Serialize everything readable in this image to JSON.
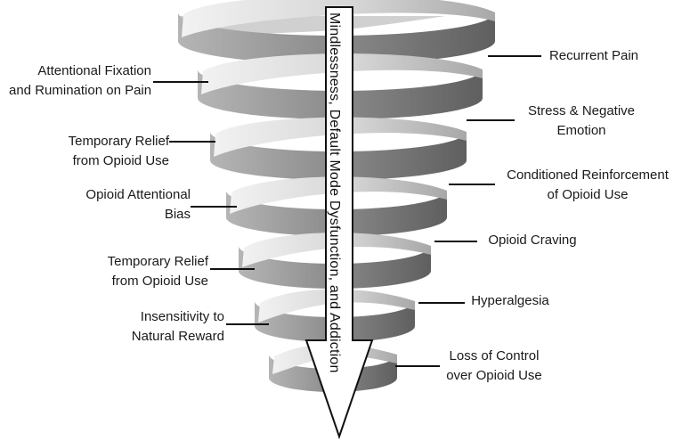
{
  "arrow_caption": "Mindlessness, Default Mode Dysfunction, and Addiction",
  "left_labels": [
    {
      "line1": "Attentional Fixation",
      "line2": "and Rumination on Pain"
    },
    {
      "line1": "Temporary Relief",
      "line2": "from Opioid Use"
    },
    {
      "line1": "Opioid Attentional",
      "line2": "Bias"
    },
    {
      "line1": "Temporary Relief",
      "line2": "from Opioid Use"
    },
    {
      "line1": "Insensitivity to",
      "line2": "Natural Reward"
    }
  ],
  "right_labels": [
    {
      "line1": "Recurrent Pain",
      "line2": ""
    },
    {
      "line1": "Stress & Negative",
      "line2": "Emotion"
    },
    {
      "line1": "Conditioned Reinforcement",
      "line2": "of Opioid Use"
    },
    {
      "line1": "Opioid Craving",
      "line2": ""
    },
    {
      "line1": "Hyperalgesia",
      "line2": ""
    },
    {
      "line1": "Loss of Control",
      "line2": "over Opioid Use"
    }
  ],
  "colors": {
    "band_light": "#e6e6e6",
    "band_mid": "#b8b8b8",
    "band_dark": "#7d7d7d",
    "leader": "#111111"
  }
}
